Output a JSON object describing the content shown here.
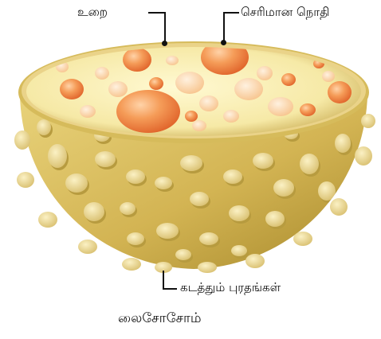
{
  "labels": {
    "membrane": "உறை",
    "enzymes": "செரிமான நொதி",
    "proteins": "கடத்தும் புரதங்கள்"
  },
  "title": "லைசோசோம்",
  "colors": {
    "membrane_outer": "#c9a94a",
    "membrane_light": "#f1dd8e",
    "bump": "#ecdc9b",
    "interior": "#fbf3b8",
    "enzyme": "#f08a3c",
    "enzyme_light": "#fbc88f"
  }
}
